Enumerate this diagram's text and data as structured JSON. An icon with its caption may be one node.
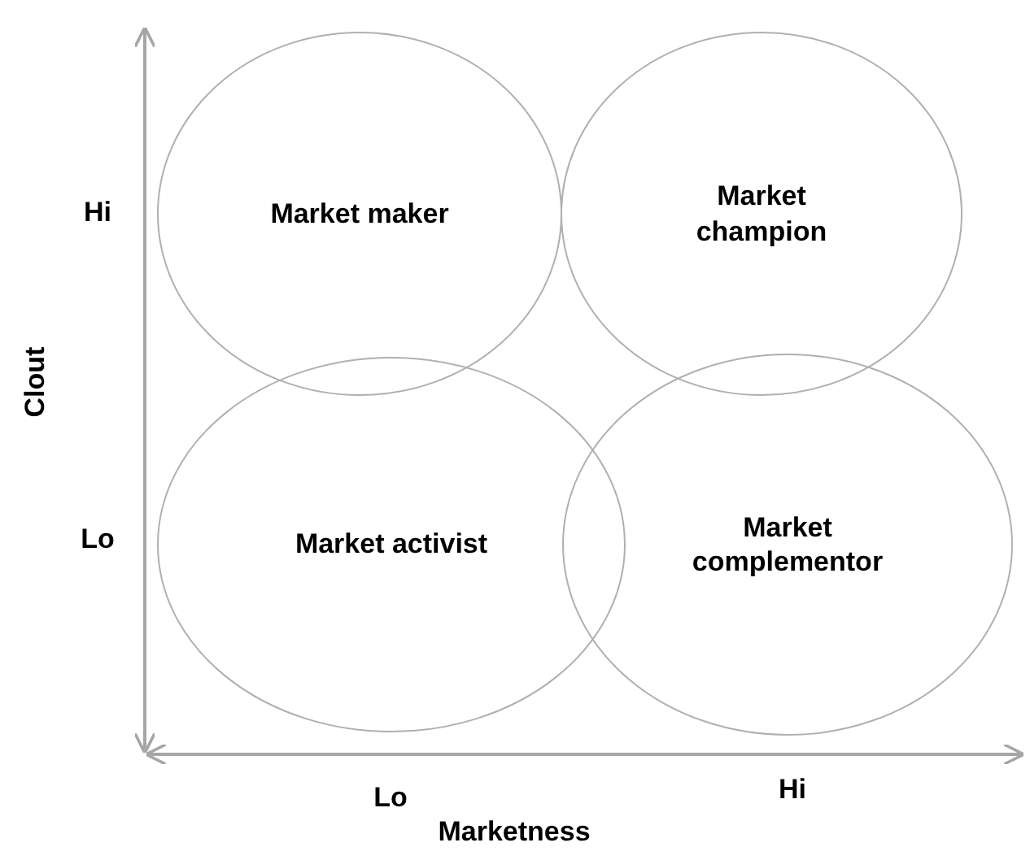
{
  "diagram": {
    "nodes": [
      {
        "text": [
          "Market maker"
        ]
      },
      {
        "text": [
          "Market champion"
        ]
      },
      {
        "text": [
          "Market activist"
        ]
      },
      {
        "text": [
          "Market complementor"
        ]
      }
    ],
    "labels": [
      "Hi",
      "Lo",
      "Clout",
      "Lo",
      "Hi",
      "Marketness"
    ]
  }
}
